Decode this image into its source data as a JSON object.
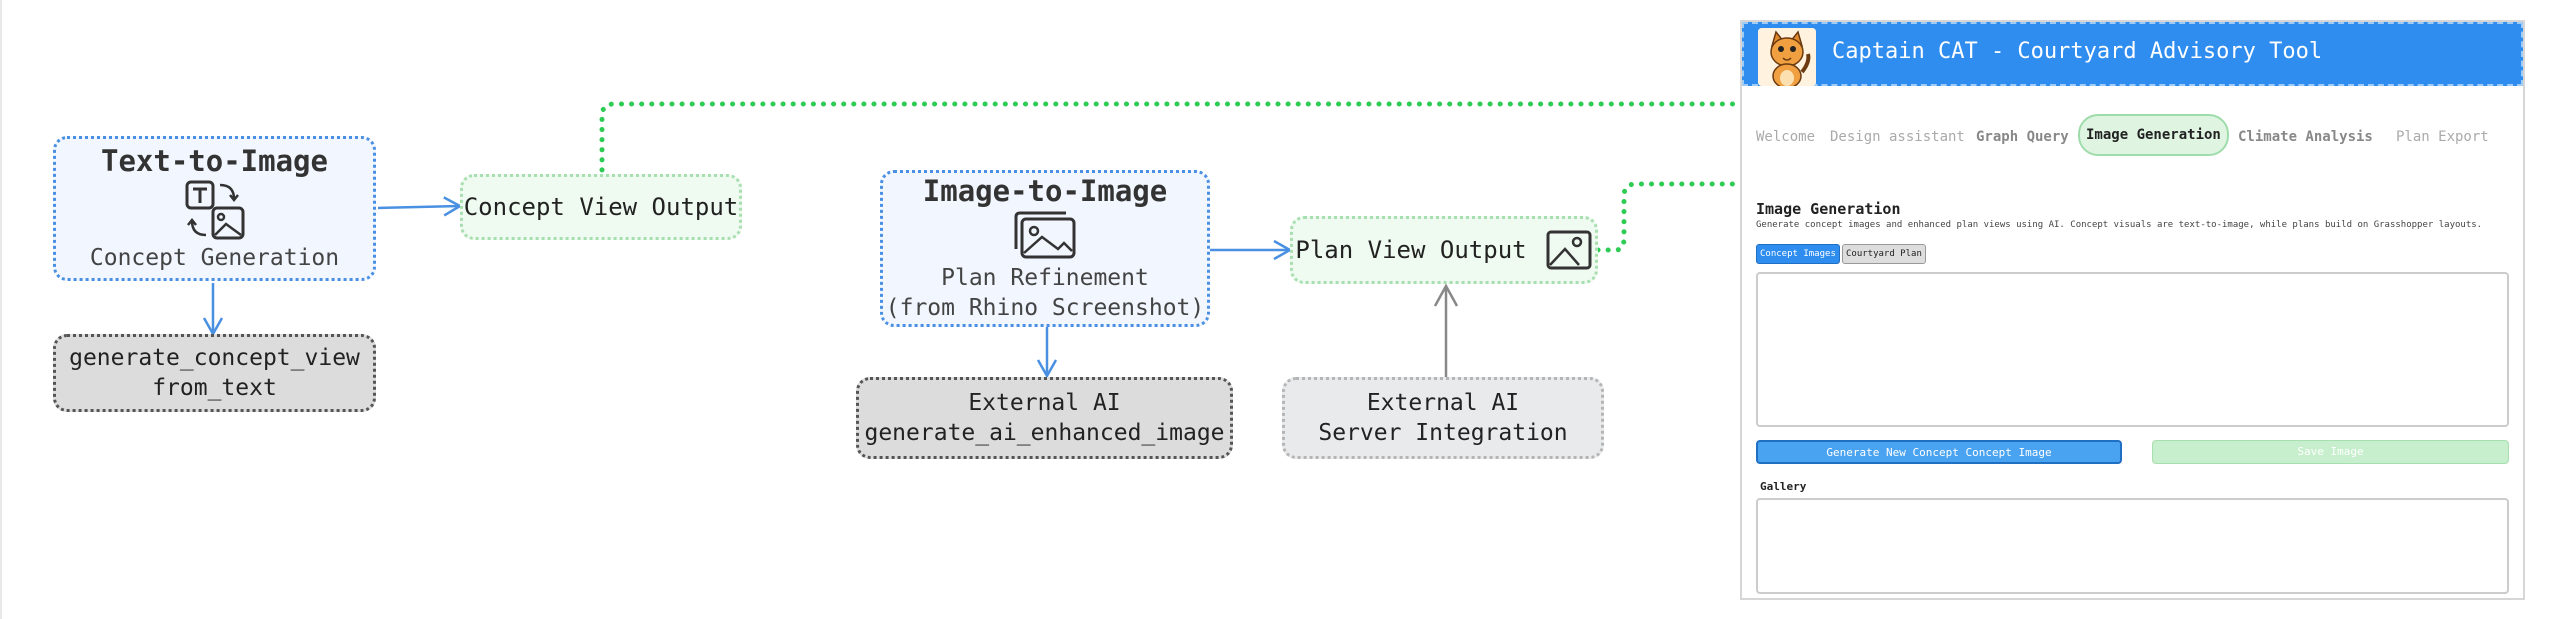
{
  "diagram": {
    "text_to_image": {
      "title": "Text-to-Image",
      "subtitle": "Concept Generation"
    },
    "concept_view_output": "Concept View Output",
    "generate_concept_view": {
      "line1": "generate_concept_view",
      "line2": "from_text"
    },
    "image_to_image": {
      "title": "Image-to-Image",
      "line1": "Plan Refinement",
      "line2": "(from Rhino Screenshot)"
    },
    "plan_view_output": "Plan View Output",
    "external_ai": {
      "line1": "External AI",
      "line2": "generate_ai_enhanced_image"
    },
    "external_ai_server": {
      "line1": "External AI",
      "line2": "Server Integration"
    },
    "colors": {
      "blue": "#4a90e2",
      "green_dotted": "#2ecc55",
      "gray_arrow": "#888888"
    }
  },
  "app": {
    "title": "Captain CAT - Courtyard Advisory Tool",
    "tabs": [
      {
        "label": "Welcome"
      },
      {
        "label": "Design assistant"
      },
      {
        "label": "Graph Query"
      },
      {
        "label": "Image Generation"
      },
      {
        "label": "Climate Analysis"
      },
      {
        "label": "Plan Export"
      }
    ],
    "section_title": "Image Generation",
    "section_desc": "Generate concept images and enhanced plan views using AI. Concept visuals are text-to-image, while plans build on Grasshopper layouts.",
    "chips": {
      "concept": "Concept Images",
      "courtyard": "Courtyard Plan"
    },
    "buttons": {
      "generate": "Generate New Concept Concept Image",
      "save": "Save Image"
    },
    "gallery_label": "Gallery",
    "colors": {
      "header": "#2f8def",
      "accent_green": "#9fdcab"
    }
  }
}
